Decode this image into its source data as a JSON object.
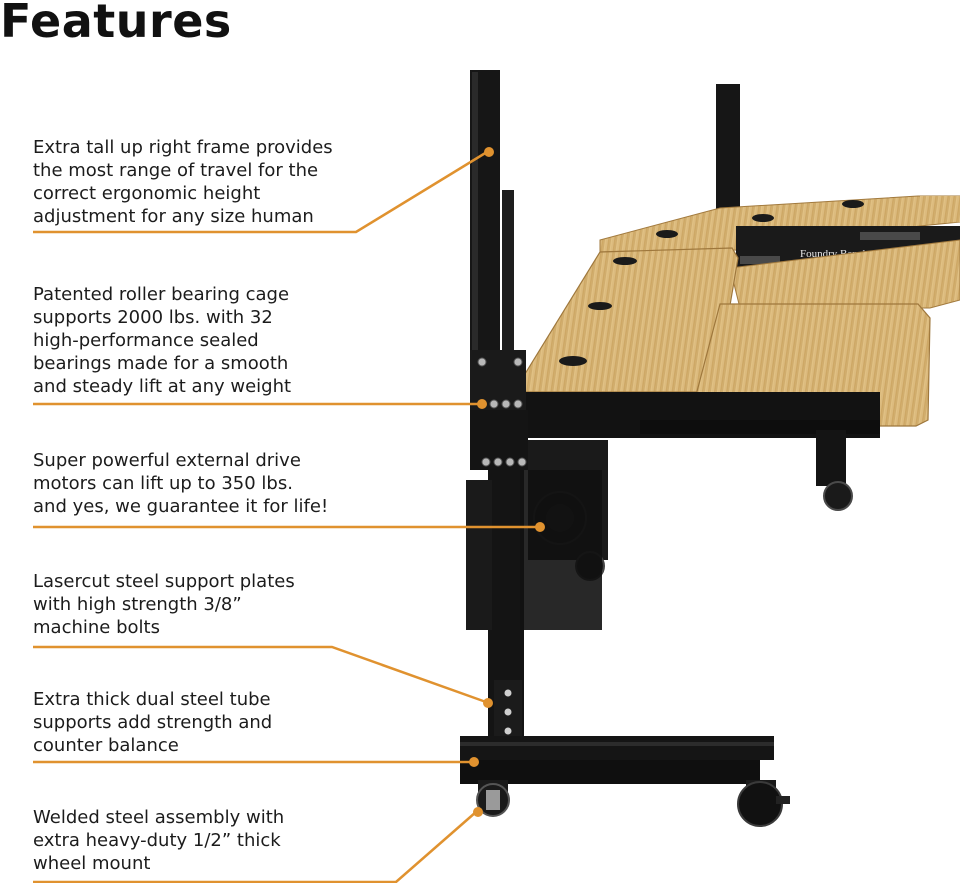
{
  "title": "Features",
  "colors": {
    "leader_line": "#e0922f",
    "bamboo": "#d8b877",
    "frame": "#151515"
  },
  "brand_badge": "Foundry Bench",
  "features": [
    {
      "lines": [
        "Extra tall up right frame provides",
        "the most range of travel for the",
        "correct ergonomic height",
        "adjustment for any size human"
      ]
    },
    {
      "lines": [
        "Patented roller bearing cage",
        "supports 2000 lbs. with 32",
        "high-performance sealed",
        "bearings made for a smooth",
        "and steady lift at any weight"
      ]
    },
    {
      "lines": [
        "Super powerful external drive",
        "motors can lift up to 350 lbs.",
        "and yes, we guarantee it for life!"
      ]
    },
    {
      "lines": [
        "Lasercut steel support plates",
        "with  high strength 3/8”",
        "machine bolts"
      ]
    },
    {
      "lines": [
        "Extra thick dual steel tube",
        "supports add strength and",
        "counter balance"
      ]
    },
    {
      "lines": [
        "Welded steel assembly with",
        "extra heavy-duty 1/2” thick",
        "wheel mount"
      ]
    }
  ]
}
